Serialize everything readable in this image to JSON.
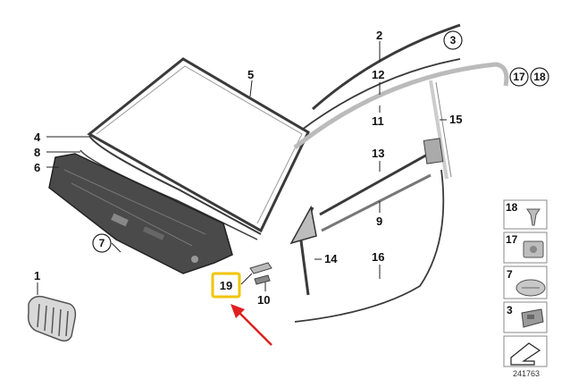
{
  "diagram": {
    "highlight_color": "#f2c500",
    "arrow_color": "#e02020",
    "part_color": "#3a3a3a",
    "callouts": {
      "c1": "1",
      "c2": "2",
      "c3": "3",
      "c4": "4",
      "c5": "5",
      "c6": "6",
      "c7": "7",
      "c8": "8",
      "c9": "9",
      "c10": "10",
      "c11": "11",
      "c12": "12",
      "c13": "13",
      "c14": "14",
      "c15": "15",
      "c16": "16",
      "c17": "17",
      "c18": "18",
      "c19": "19"
    },
    "legend": [
      {
        "num": "18",
        "icon": "push-clip-icon"
      },
      {
        "num": "17",
        "icon": "clip-holder-icon"
      },
      {
        "num": "7",
        "icon": "round-cap-icon"
      },
      {
        "num": "3",
        "icon": "clamp-icon"
      },
      {
        "num": "",
        "icon": "arrow-return-icon"
      }
    ],
    "reference_number": "241763"
  }
}
